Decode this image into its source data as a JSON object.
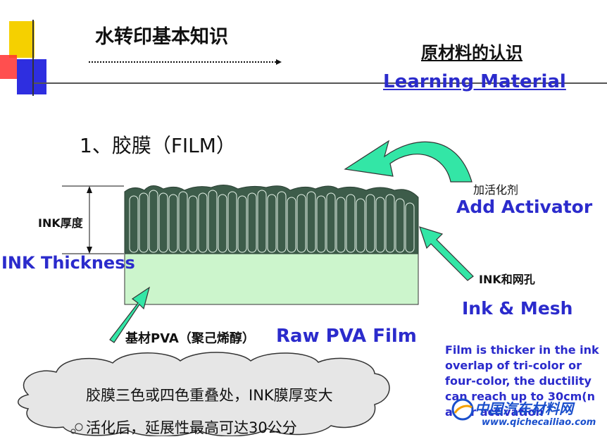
{
  "title": "水转印基本知识",
  "subtitle_cn": "原材料的认识",
  "subtitle_en": "Learning  Material",
  "section_heading": "1、胶膜（FILM）",
  "labels": {
    "activator_cn": "加活化剂",
    "activator_en": "Add  Activator",
    "ink_thickness_cn": "INK厚度",
    "ink_thickness_en": "INK Thickness",
    "ink_mesh_cn": "INK和网孔",
    "ink_mesh_en": "Ink  & Mesh",
    "pva_cn": "基材PVA（聚己烯醇）",
    "pva_en": "Raw  PVA  Film"
  },
  "note_lines": [
    "Film is thicker  in  the ink",
    "overlap  of tri-color  or",
    "four-color, the ductility",
    "can  reach  up to 30cm(n",
    "after activation"
  ],
  "cloud_lines": [
    "胶膜三色或四色重叠处，INK膜厚变大",
    "活化后，延展性最高可达30公分"
  ],
  "watermark": {
    "cn": "中国汽车材料网",
    "url": "www.qichecailiao.com"
  },
  "colors": {
    "accent_blue": "#2b2bcc",
    "ink_dark": "#3d5c4a",
    "film_green": "#ccf5cc",
    "arrow_green": "#33e6a6",
    "cloud_fill": "#e6e6e6"
  }
}
